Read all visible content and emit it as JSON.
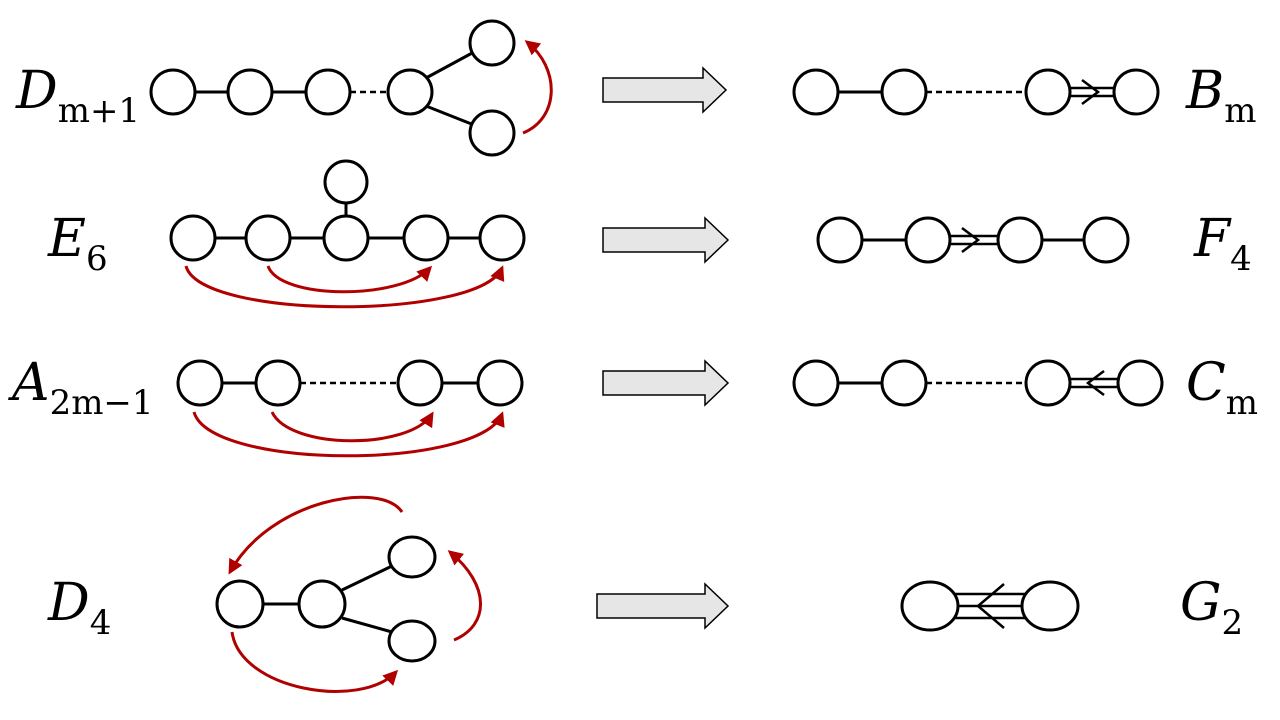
{
  "colors": {
    "fold_arrow": "#b00000",
    "node_fill": "#ffffff",
    "stroke": "#000000",
    "big_arrow_fill": "#e6e6e6"
  },
  "rows": [
    {
      "id": "row-1",
      "source": {
        "main": "D",
        "sub": "m+1"
      },
      "target": {
        "main": "B",
        "sub": "m"
      }
    },
    {
      "id": "row-2",
      "source": {
        "main": "E",
        "sub": "6"
      },
      "target": {
        "main": "F",
        "sub": "4"
      }
    },
    {
      "id": "row-3",
      "source": {
        "main": "A",
        "sub": "2m−1"
      },
      "target": {
        "main": "C",
        "sub": "m"
      }
    },
    {
      "id": "row-4",
      "source": {
        "main": "D",
        "sub": "4"
      },
      "target": {
        "main": "G",
        "sub": "2"
      }
    }
  ]
}
